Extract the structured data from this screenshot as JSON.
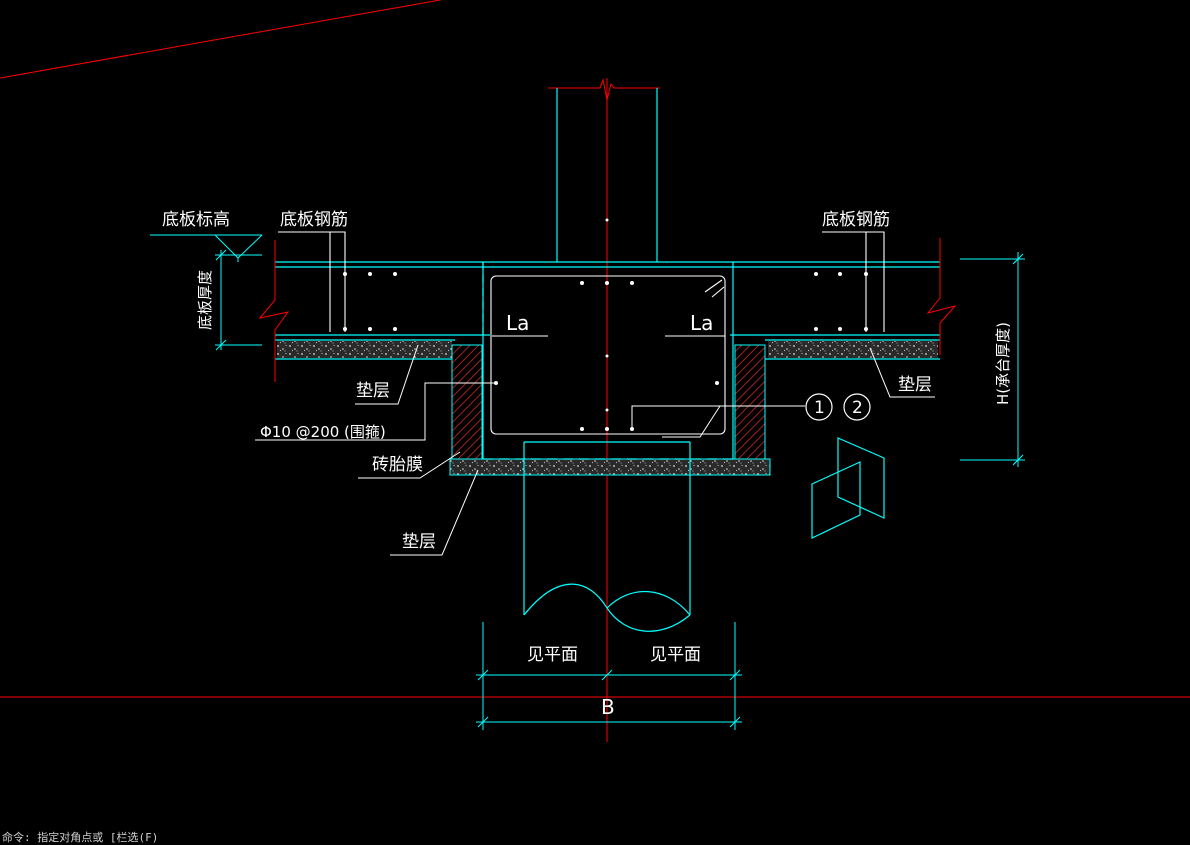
{
  "labels": {
    "floor_elevation": "底板标高",
    "floor_rebar_left": "底板钢筋",
    "floor_rebar_right": "底板钢筋",
    "floor_thickness": "底板厚度",
    "la_left": "La",
    "la_right": "La",
    "cushion_left": "垫层",
    "cushion_right": "垫层",
    "stirrup": "Φ10 @200 (围箍)",
    "brick_mold": "砖胎膜",
    "cushion_bottom": "垫层",
    "cap_thickness": "H(承台厚度)",
    "see_plan_left": "见平面",
    "see_plan_right": "见平面",
    "width_b": "B",
    "callout_1": "1",
    "callout_2": "2"
  },
  "status_text": "命令: 指定对角点或 [栏选(F)",
  "colors": {
    "background": "#000000",
    "cyan": "#00ffff",
    "white": "#ffffff",
    "red": "#ff0000",
    "hatch": "#8b1a1a",
    "gravel": "#cfcfcf"
  }
}
